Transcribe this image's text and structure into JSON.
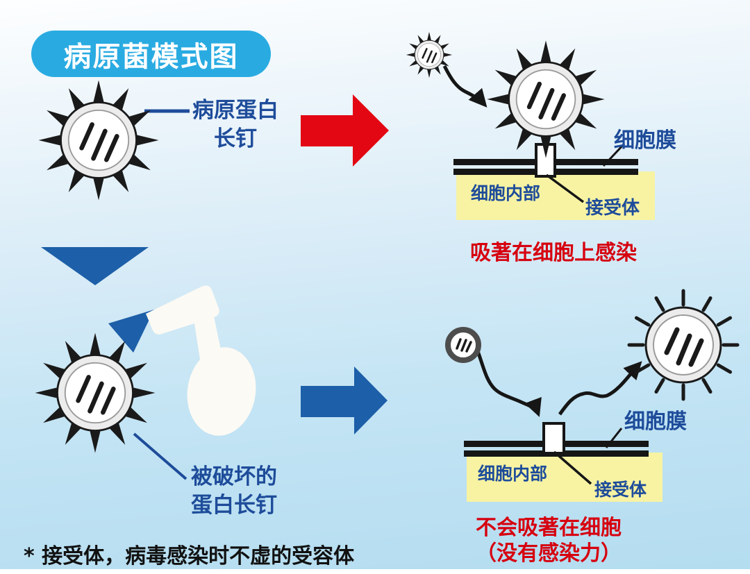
{
  "title": "病原菌模式图",
  "colors": {
    "title_pill_blue": "#29abe2",
    "label_blue": "#1e4c9a",
    "arrow_red": "#e30613",
    "arrow_blue": "#1d5fa8",
    "caption_red": "#d6000f",
    "highlight_yellow": "#f7f3a3",
    "membrane_black": "#161616"
  },
  "intact_virus": {
    "label_line1": "病原蛋白",
    "label_line2": "长钉"
  },
  "infection_panel": {
    "membrane_label": "细胞膜",
    "interior_label": "细胞内部",
    "receptor_label": "接受体",
    "caption": "吸著在细胞上感染"
  },
  "destroyed_virus": {
    "label_line1": "被破坏的",
    "label_line2": "蛋白长钉"
  },
  "no_infection_panel": {
    "membrane_label": "细胞膜",
    "interior_label": "细胞内部",
    "receptor_label": "接受体",
    "caption_line1": "不会吸著在细胞",
    "caption_line2": "（没有感染力）"
  },
  "footnote": "* 接受体，病毒感染时不虚的受容体"
}
